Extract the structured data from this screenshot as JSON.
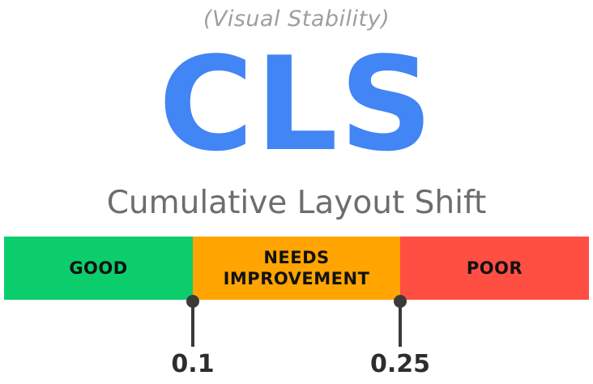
{
  "header": {
    "subtitle": "(Visual Stability)",
    "acronym": "CLS",
    "fullname": "Cumulative Layout Shift"
  },
  "scale": {
    "segments": [
      {
        "label_line1": "GOOD",
        "label_line2": "",
        "color": "#0ccd6b"
      },
      {
        "label_line1": "NEEDS",
        "label_line2": "IMPROVEMENT",
        "color": "#ffa400"
      },
      {
        "label_line1": "POOR",
        "label_line2": "",
        "color": "#ff4e42"
      }
    ],
    "thresholds": [
      "0.1",
      "0.25"
    ]
  },
  "colors": {
    "accent": "#4285f4",
    "subtitle": "#9e9e9e",
    "fullname": "#6d6d6d",
    "marker": "#3a3a3a"
  }
}
